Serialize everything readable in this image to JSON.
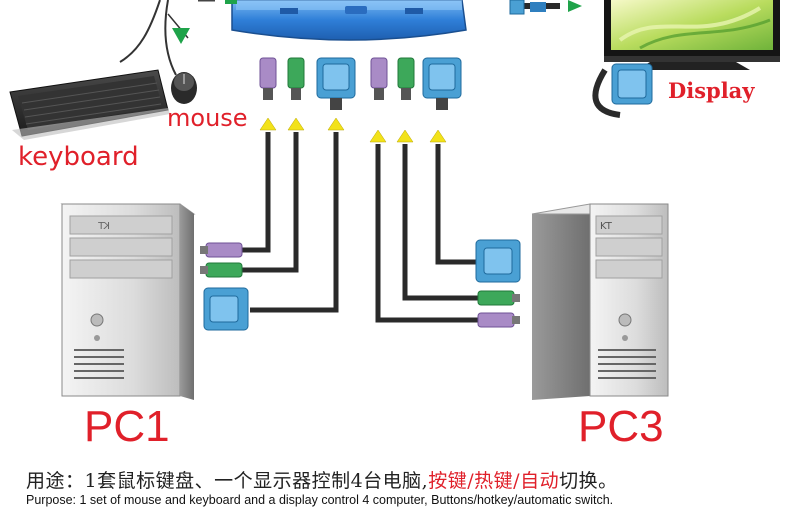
{
  "labels": {
    "mouse": "mouse",
    "keyboard": "keyboard",
    "display": "Display",
    "pc_left": "PC1",
    "pc_right": "PC3",
    "tower_left_brand": "KT",
    "tower_right_brand": "KT"
  },
  "caption": {
    "cn_prefix": "用途：1套鼠标键盘、一个显示器控制4台电脑,",
    "cn_buttons": "按键",
    "cn_sep1": "/",
    "cn_hotkey": "热键",
    "cn_sep2": "/",
    "cn_auto": "自动",
    "cn_suffix": "切换。",
    "en": "Purpose: 1 set of mouse and keyboard and a display control 4 computer, Buttons/hotkey/automatic switch."
  },
  "colors": {
    "label_red": "#e0202a",
    "ps2_purple": "#a98bc6",
    "ps2_green": "#3da85a",
    "vga_blue": "#4aa0d4",
    "cable": "#2a2a2a",
    "arrow_yellow": "#f2e21a",
    "arrow_green": "#1fa34a",
    "kvm_blue": "#2f7fd8"
  }
}
